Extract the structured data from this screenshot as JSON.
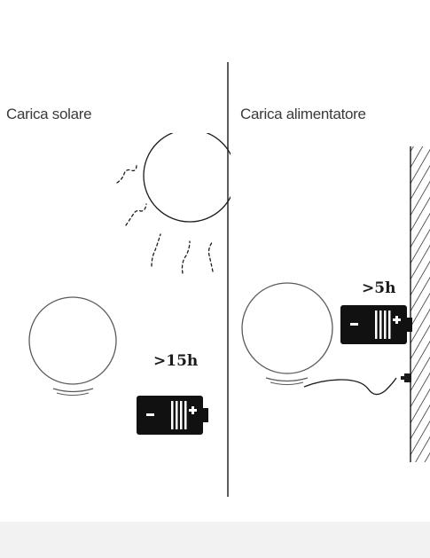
{
  "panels": {
    "solar": {
      "label": "Carica solare",
      "duration": ">15h"
    },
    "adapter": {
      "label": "Carica alimentatore",
      "duration": ">5h"
    }
  },
  "colors": {
    "line": "#1a1a1a",
    "sphere_outline": "#5a5a5a",
    "battery_fill": "#111111",
    "background": "#ffffff",
    "bottom_band": "#f2f2f2"
  },
  "icons": [
    "sun-icon",
    "sphere-lamp",
    "battery-icon",
    "power-cable",
    "wall"
  ]
}
